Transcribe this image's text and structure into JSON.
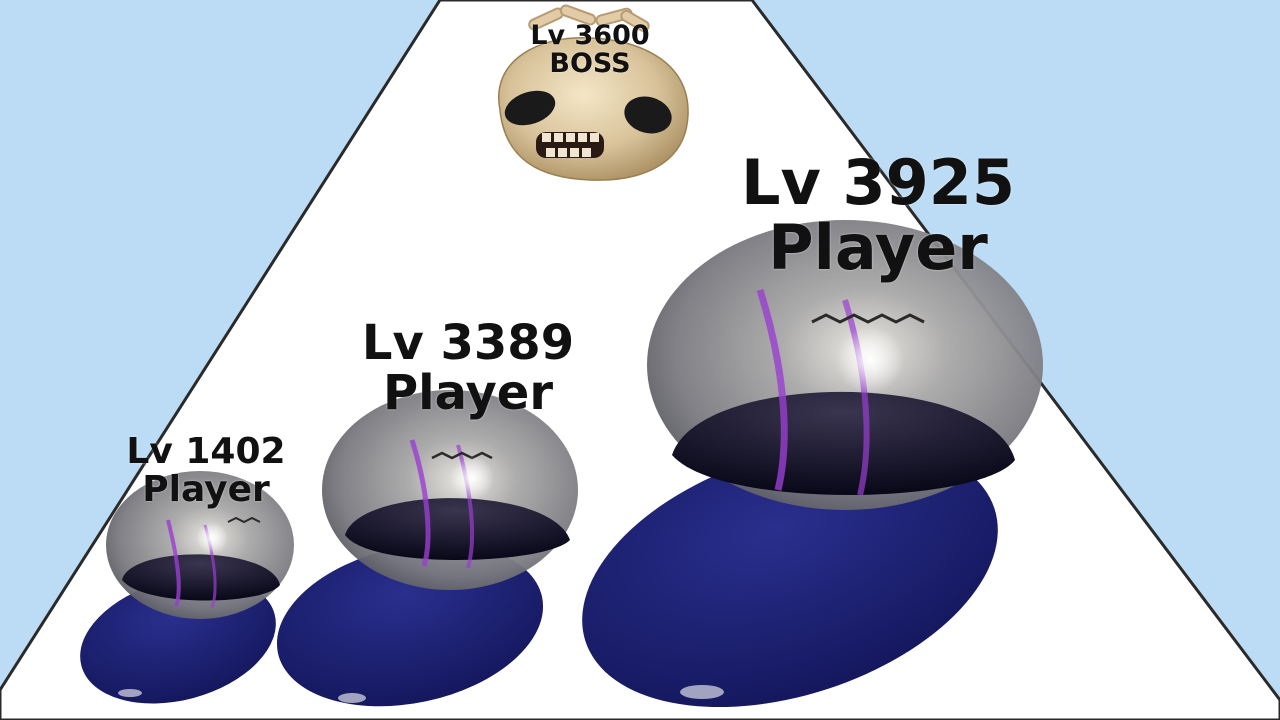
{
  "colors": {
    "sky": "#bcdcf6",
    "track": "#ffffff",
    "track_edge": "#2a2a2a",
    "player_body": "#1c1f6e",
    "player_shell": "#9a9a9a",
    "boss_skin": "#d8c29a"
  },
  "characters": [
    {
      "level_text": "Lv 3600",
      "name": "BOSS"
    },
    {
      "level_text": "Lv 1402",
      "name": "Player"
    },
    {
      "level_text": "Lv 3389",
      "name": "Player"
    },
    {
      "level_text": "Lv 3925",
      "name": "Player"
    }
  ]
}
